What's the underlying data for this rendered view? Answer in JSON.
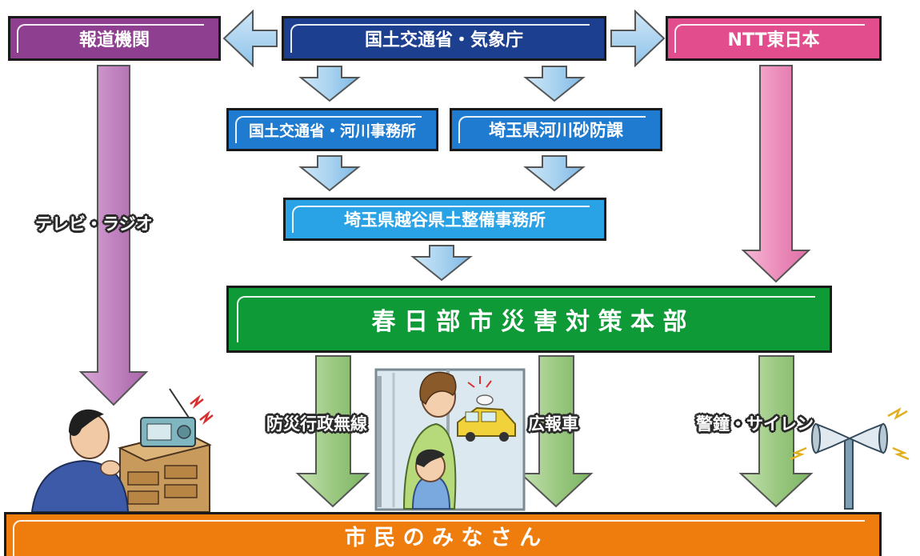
{
  "boxes": {
    "media": "報道機関",
    "mlit_jma": "国土交通省・気象庁",
    "ntt": "NTT東日本",
    "river_office": "国土交通省・河川事務所",
    "saitama_river": "埼玉県河川砂防課",
    "koshigaya_office": "埼玉県越谷県土整備事務所",
    "hq": "春 日 部 市 災 害 対 策 本 部",
    "citizens": "市 民 の み な さ ん"
  },
  "channels": {
    "tv_radio": "テレビ・ラジオ",
    "disaster_radio": "防災行政無線",
    "pr_vehicle": "広報車",
    "siren": "警鐘・サイレン"
  },
  "colors": {
    "media": "#8e3f90",
    "mlit_jma": "#1c3f8f",
    "ntt": "#e24e8d",
    "blue_box": "#1f7bd0",
    "light_blue_box": "#2aa3e6",
    "hq": "#0f9a38",
    "citizens": "#ee7d0e",
    "blue_arrow": "#a8d2ee",
    "purple_arrow": "#c183c0",
    "pink_arrow": "#ec8fbc",
    "green_arrow": "#9cc982"
  },
  "illustrations": {
    "left": "man-listening-to-radio",
    "center": "mother-and-child-at-window-with-pr-vehicle",
    "right": "loudspeaker-siren"
  }
}
